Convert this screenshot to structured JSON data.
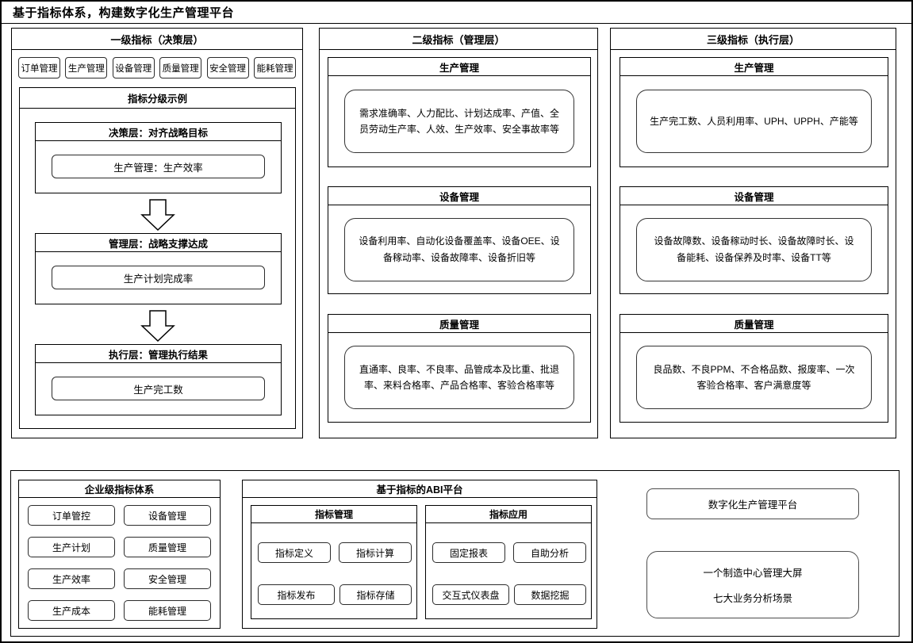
{
  "header": {
    "title": "基于指标体系，构建数字化生产管理平台"
  },
  "l1": {
    "title": "一级指标（决策层）",
    "chips": [
      "订单管理",
      "生产管理",
      "设备管理",
      "质量管理",
      "安全管理",
      "能耗管理"
    ],
    "example": {
      "title": "指标分级示例",
      "steps": [
        {
          "header": "决策层：对齐战略目标",
          "item": "生产管理：生产效率"
        },
        {
          "header": "管理层：战略支撑达成",
          "item": "生产计划完成率"
        },
        {
          "header": "执行层：管理执行结果",
          "item": "生产完工数"
        }
      ]
    }
  },
  "l2": {
    "title": "二级指标（管理层）",
    "sections": [
      {
        "title": "生产管理",
        "text": "需求准确率、人力配比、计划达成率、产值、全员劳动生产率、人效、生产效率、安全事故率等"
      },
      {
        "title": "设备管理",
        "text": "设备利用率、自动化设备覆盖率、设备OEE、设备稼动率、设备故障率、设备折旧等"
      },
      {
        "title": "质量管理",
        "text": "直通率、良率、不良率、品管成本及比重、批退率、来料合格率、产品合格率、客验合格率等"
      }
    ]
  },
  "l3": {
    "title": "三级指标（执行层）",
    "sections": [
      {
        "title": "生产管理",
        "text": "生产完工数、人员利用率、UPH、UPPH、产能等"
      },
      {
        "title": "设备管理",
        "text": "设备故障数、设备稼动时长、设备故障时长、设备能耗、设备保养及时率、设备TT等"
      },
      {
        "title": "质量管理",
        "text": "良品数、不良PPM、不合格品数、报废率、一次客验合格率、客户满意度等"
      }
    ]
  },
  "bottom": {
    "enterprise": {
      "title": "企业级指标体系",
      "chips": [
        "订单管控",
        "设备管理",
        "生产计划",
        "质量管理",
        "生产效率",
        "安全管理",
        "生产成本",
        "能耗管理"
      ]
    },
    "abi": {
      "title": "基于指标的ABI平台",
      "groups": [
        {
          "title": "指标管理",
          "chips": [
            "指标定义",
            "指标计算",
            "指标发布",
            "指标存储"
          ]
        },
        {
          "title": "指标应用",
          "chips": [
            "固定报表",
            "自助分析",
            "交互式仪表盘",
            "数据挖掘"
          ]
        }
      ]
    },
    "platform": {
      "label": "数字化生产管理平台",
      "screen_lines": [
        "一个制造中心管理大屏",
        "七大业务分析场景"
      ]
    }
  },
  "colors": {
    "border": "#000000",
    "background": "#ffffff"
  }
}
